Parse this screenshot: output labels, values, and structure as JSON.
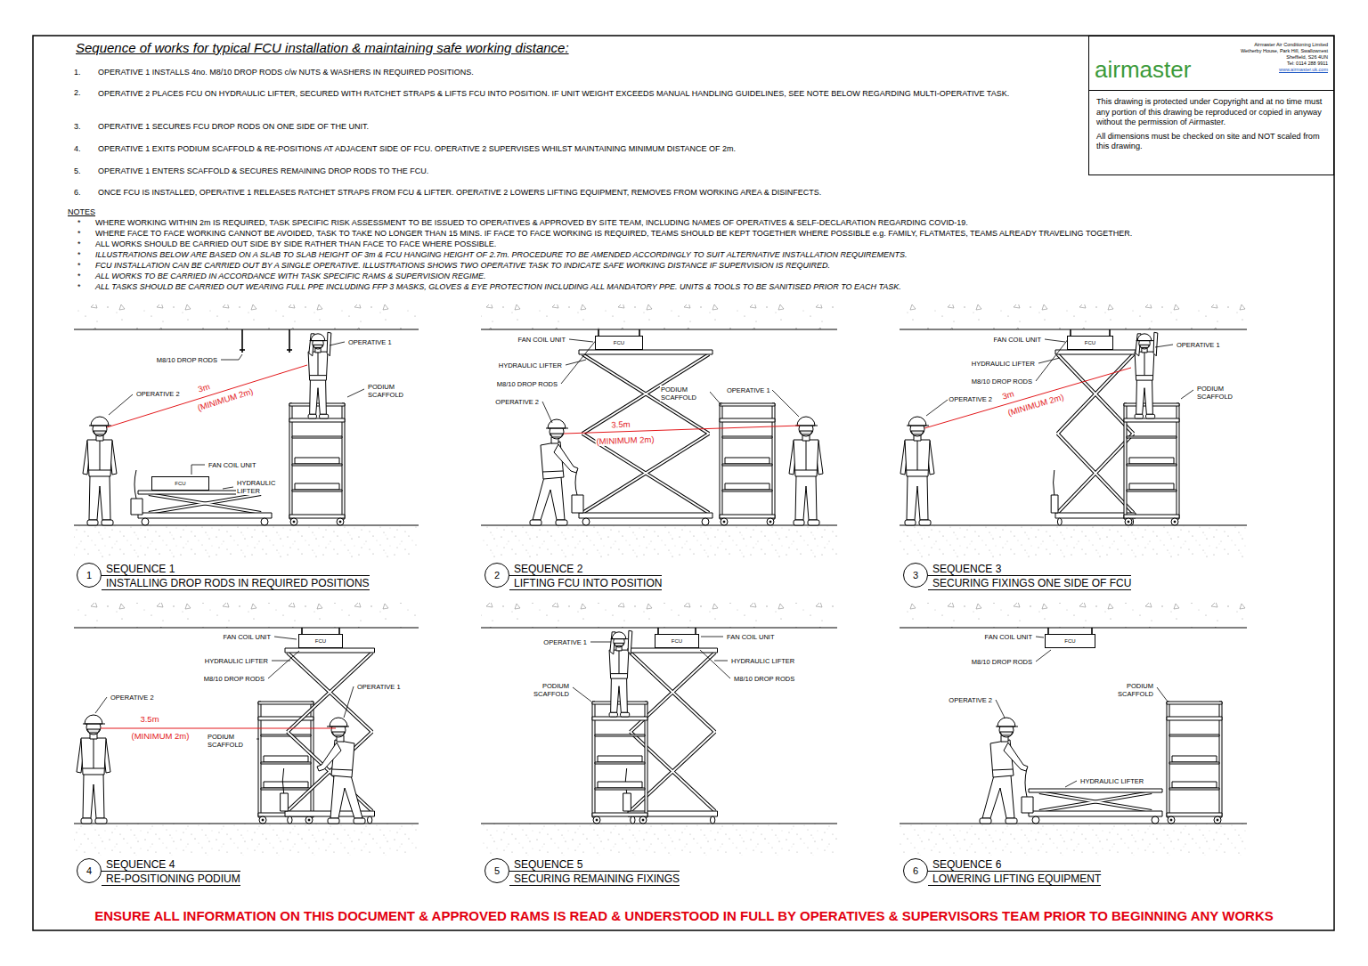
{
  "diagram": {
    "title": "Sequence of works for typical FCU installation & maintaining safe working distance:",
    "caption": "ENSURE ALL INFORMATION ON THIS DOCUMENT & APPROVED RAMS IS READ & UNDERSTOOD IN FULL BY OPERATIVES & SUPERVISORS TEAM PRIOR TO BEGINNING ANY WORKS",
    "nodes": [
      {
        "text": [
          "airmaster",
          "Airmaster Air Conditioning Limited",
          "Wetherby House, Park Hill, Swallownest",
          "Sheffield, S26 4UN",
          "Tel: 0114 288 9911",
          "www.airmaster.uk.com",
          "This drawing is protected under Copyright and at no time must any portion of this drawing be reproduced or copied in anyway without the permission of Airmaster.",
          "All dimensions must be checked on site and NOT scaled from this drawing."
        ]
      },
      {
        "text": [
          "FCU"
        ]
      },
      {
        "text": [
          "FCU"
        ]
      },
      {
        "text": [
          "FCU"
        ]
      },
      {
        "text": [
          "1"
        ]
      },
      {
        "text": [
          "2"
        ]
      },
      {
        "text": [
          "3"
        ]
      },
      {
        "text": [
          "FCU"
        ]
      },
      {
        "text": [
          "FCU"
        ]
      },
      {
        "text": [
          "FCU"
        ]
      },
      {
        "text": [
          "4"
        ]
      },
      {
        "text": [
          "5"
        ]
      },
      {
        "text": [
          "6"
        ]
      }
    ],
    "labels": [
      "1.",
      "OPERATIVE 1 INSTALLS 4no. M8/10 DROP RODS c/w NUTS & WASHERS IN REQUIRED POSITIONS.",
      "2.",
      "OPERATIVE 2 PLACES FCU ON HYDRAULIC LIFTER, SECURED WITH RATCHET STRAPS & LIFTS FCU INTO POSITION. IF UNIT WEIGHT EXCEEDS MANUAL HANDLING GUIDELINES, SEE NOTE BELOW REGARDING MULTI-OPERATIVE TASK.",
      "3.",
      "OPERATIVE 1 SECURES FCU DROP RODS ON ONE SIDE OF THE UNIT.",
      "4.",
      "OPERATIVE 1 EXITS PODIUM SCAFFOLD & RE-POSITIONS AT ADJACENT SIDE OF FCU. OPERATIVE 2 SUPERVISES WHILST MAINTAINING MINIMUM DISTANCE OF 2m.",
      "5.",
      "OPERATIVE 1 ENTERS SCAFFOLD & SECURES REMAINING DROP RODS TO THE FCU.",
      "6.",
      "ONCE FCU IS INSTALLED, OPERATIVE 1 RELEASES RATCHET STRAPS FROM FCU & LIFTER. OPERATIVE 2 LOWERS LIFTING EQUIPMENT, REMOVES FROM WORKING AREA & DISINFECTS.",
      "NOTES",
      "*",
      "WHERE WORKING WITHIN 2m IS REQUIRED, TASK SPECIFIC RISK ASSESSMENT TO BE ISSUED TO OPERATIVES & APPROVED BY SITE TEAM, INCLUDING NAMES OF OPERATIVES & SELF-DECLARATION REGARDING COVID-19.",
      "*",
      "WHERE FACE TO FACE WORKING CANNOT BE AVOIDED, TASK TO TAKE NO LONGER THAN 15 MINS. IF FACE TO FACE WORKING IS REQUIRED, TEAMS SHOULD BE KEPT TOGETHER WHERE POSSIBLE e.g. FAMILY, FLATMATES, TEAMS ALREADY TRAVELING TOGETHER.",
      "*",
      "ALL WORKS SHOULD BE CARRIED OUT SIDE BY SIDE RATHER THAN FACE TO FACE WHERE POSSIBLE.",
      "*",
      "ILLUSTRATIONS BELOW ARE BASED ON A SLAB TO SLAB HEIGHT OF 3m & FCU HANGING HEIGHT OF 2.7m. PROCEDURE TO BE AMENDED ACCORDINGLY TO SUIT ALTERNATIVE INSTALLATION REQUIREMENTS.",
      "*",
      "FCU INSTALLATION CAN BE CARRIED OUT BY A SINGLE OPERATIVE. ILLUSTRATIONS SHOWS TWO OPERATIVE TASK TO INDICATE SAFE WORKING DISTANCE IF SUPERVISION IS REQUIRED.",
      "*",
      "ALL WORKS TO BE CARRIED IN ACCORDANCE WITH TASK SPECIFIC RAMS & SUPERVISION REGIME.",
      "*",
      "ALL TASKS SHOULD BE CARRIED OUT WEARING FULL PPE INCLUDING FFP 3 MASKS, GLOVES & EYE PROTECTION INCLUDING ALL MANDATORY PPE. UNITS & TOOLS TO BE SANITISED PRIOR TO EACH TASK.",
      "OPERATIVE 1",
      "M8/10 DROP RODS",
      "OPERATIVE 2",
      "3m",
      "(MINIMUM 2m)",
      "PODIUM SCAFFOLD",
      "FAN COIL UNIT",
      "HYDRAULIC LIFTER",
      "SEQUENCE 1",
      "INSTALLING DROP RODS IN REQUIRED POSITIONS",
      "FAN COIL UNIT",
      "HYDRAULIC LIFTER",
      "M8/10 DROP RODS",
      "OPERATIVE 2",
      "PODIUM SCAFFOLD",
      "OPERATIVE 1",
      "3.5m",
      "(MINIMUM 2m)",
      "SEQUENCE 2",
      "LIFTING FCU INTO POSITION",
      "FAN COIL UNIT",
      "OPERATIVE 1",
      "HYDRAULIC LIFTER",
      "M8/10 DROP RODS",
      "PODIUM SCAFFOLD",
      "OPERATIVE 2",
      "3m",
      "(MINIMUM 2m)",
      "SEQUENCE 3",
      "SECURING FIXINGS ONE SIDE OF FCU",
      "FAN COIL UNIT",
      "HYDRAULIC LIFTER",
      "M8/10 DROP RODS",
      "OPERATIVE 1",
      "OPERATIVE 2",
      "3.5m",
      "(MINIMUM 2m)",
      "PODIUM SCAFFOLD",
      "SEQUENCE 4",
      "RE-POSITIONING PODIUM",
      "OPERATIVE 1",
      "FAN COIL UNIT",
      "PODIUM SCAFFOLD",
      "HYDRAULIC LIFTER",
      "M8/10 DROP RODS",
      "SEQUENCE 5",
      "SECURING REMAINING FIXINGS",
      "FAN COIL UNIT",
      "M8/10 DROP RODS",
      "PODIUM SCAFFOLD",
      "OPERATIVE 2",
      "HYDRAULIC LIFTER",
      "SEQUENCE 6",
      "LOWERING LIFTING EQUIPMENT"
    ]
  }
}
